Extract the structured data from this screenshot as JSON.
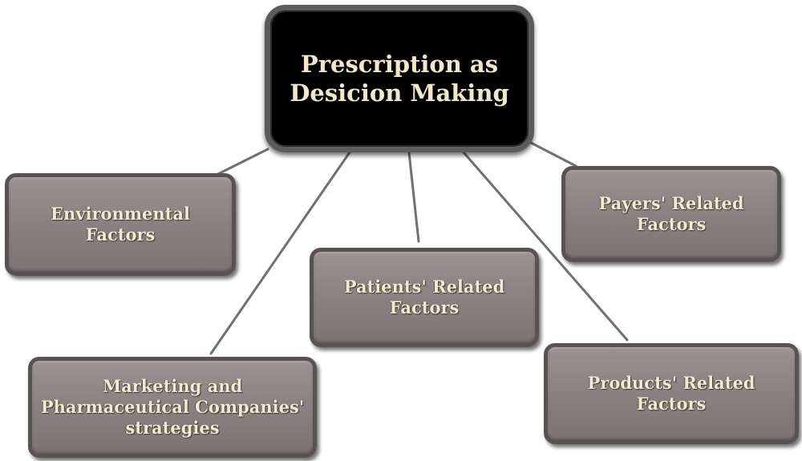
{
  "diagram": {
    "root": {
      "line1": "Prescription  as",
      "line2": "Desicion Making"
    },
    "nodes": {
      "environmental": {
        "line1": "Environmental Factors"
      },
      "payers": {
        "line1": "Payers' Related",
        "line2": "Factors"
      },
      "patients": {
        "line1": "Patients' Related",
        "line2": "Factors"
      },
      "marketing": {
        "line1": "Marketing and",
        "line2": "Pharmaceutical Companies'",
        "line3": "strategies"
      },
      "products": {
        "line1": "Products' Related",
        "line2": "Factors"
      }
    },
    "colors": {
      "root_fill": "#000000",
      "root_text": "#f2e8c8",
      "node_fill": "#8a7f7f",
      "node_text": "#f3ead0",
      "connector": "#707070"
    }
  }
}
